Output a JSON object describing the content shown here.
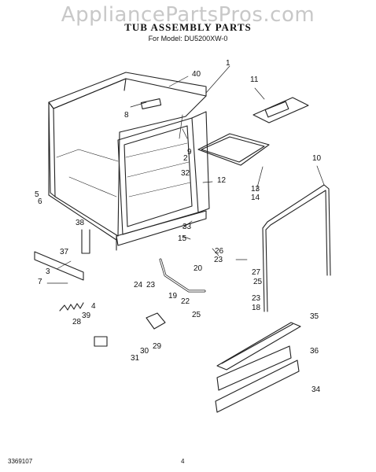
{
  "watermark": "AppliancePartsPros.com",
  "title": "TUB ASSEMBLY PARTS",
  "subtitle": "For Model: DU5200XW-0",
  "footer": {
    "doc_number": "3369107",
    "page": "4"
  },
  "callouts": {
    "c1": "1",
    "c2": "2",
    "c3": "3",
    "c4": "4",
    "c5": "5",
    "c6": "6",
    "c7": "7",
    "c8": "8",
    "c9": "9",
    "c10": "10",
    "c11": "11",
    "c12": "12",
    "c13": "13",
    "c14": "14",
    "c15": "15",
    "c18": "18",
    "c19": "19",
    "c20": "20",
    "c22": "22",
    "c23a": "23",
    "c23b": "23",
    "c23c": "23",
    "c24": "24",
    "c25a": "25",
    "c25b": "25",
    "c26": "26",
    "c27": "27",
    "c28": "28",
    "c29": "29",
    "c30": "30",
    "c31": "31",
    "c32": "32",
    "c33": "33",
    "c34": "34",
    "c35": "35",
    "c36": "36",
    "c37": "37",
    "c38": "38",
    "c39": "39",
    "c40": "40"
  }
}
